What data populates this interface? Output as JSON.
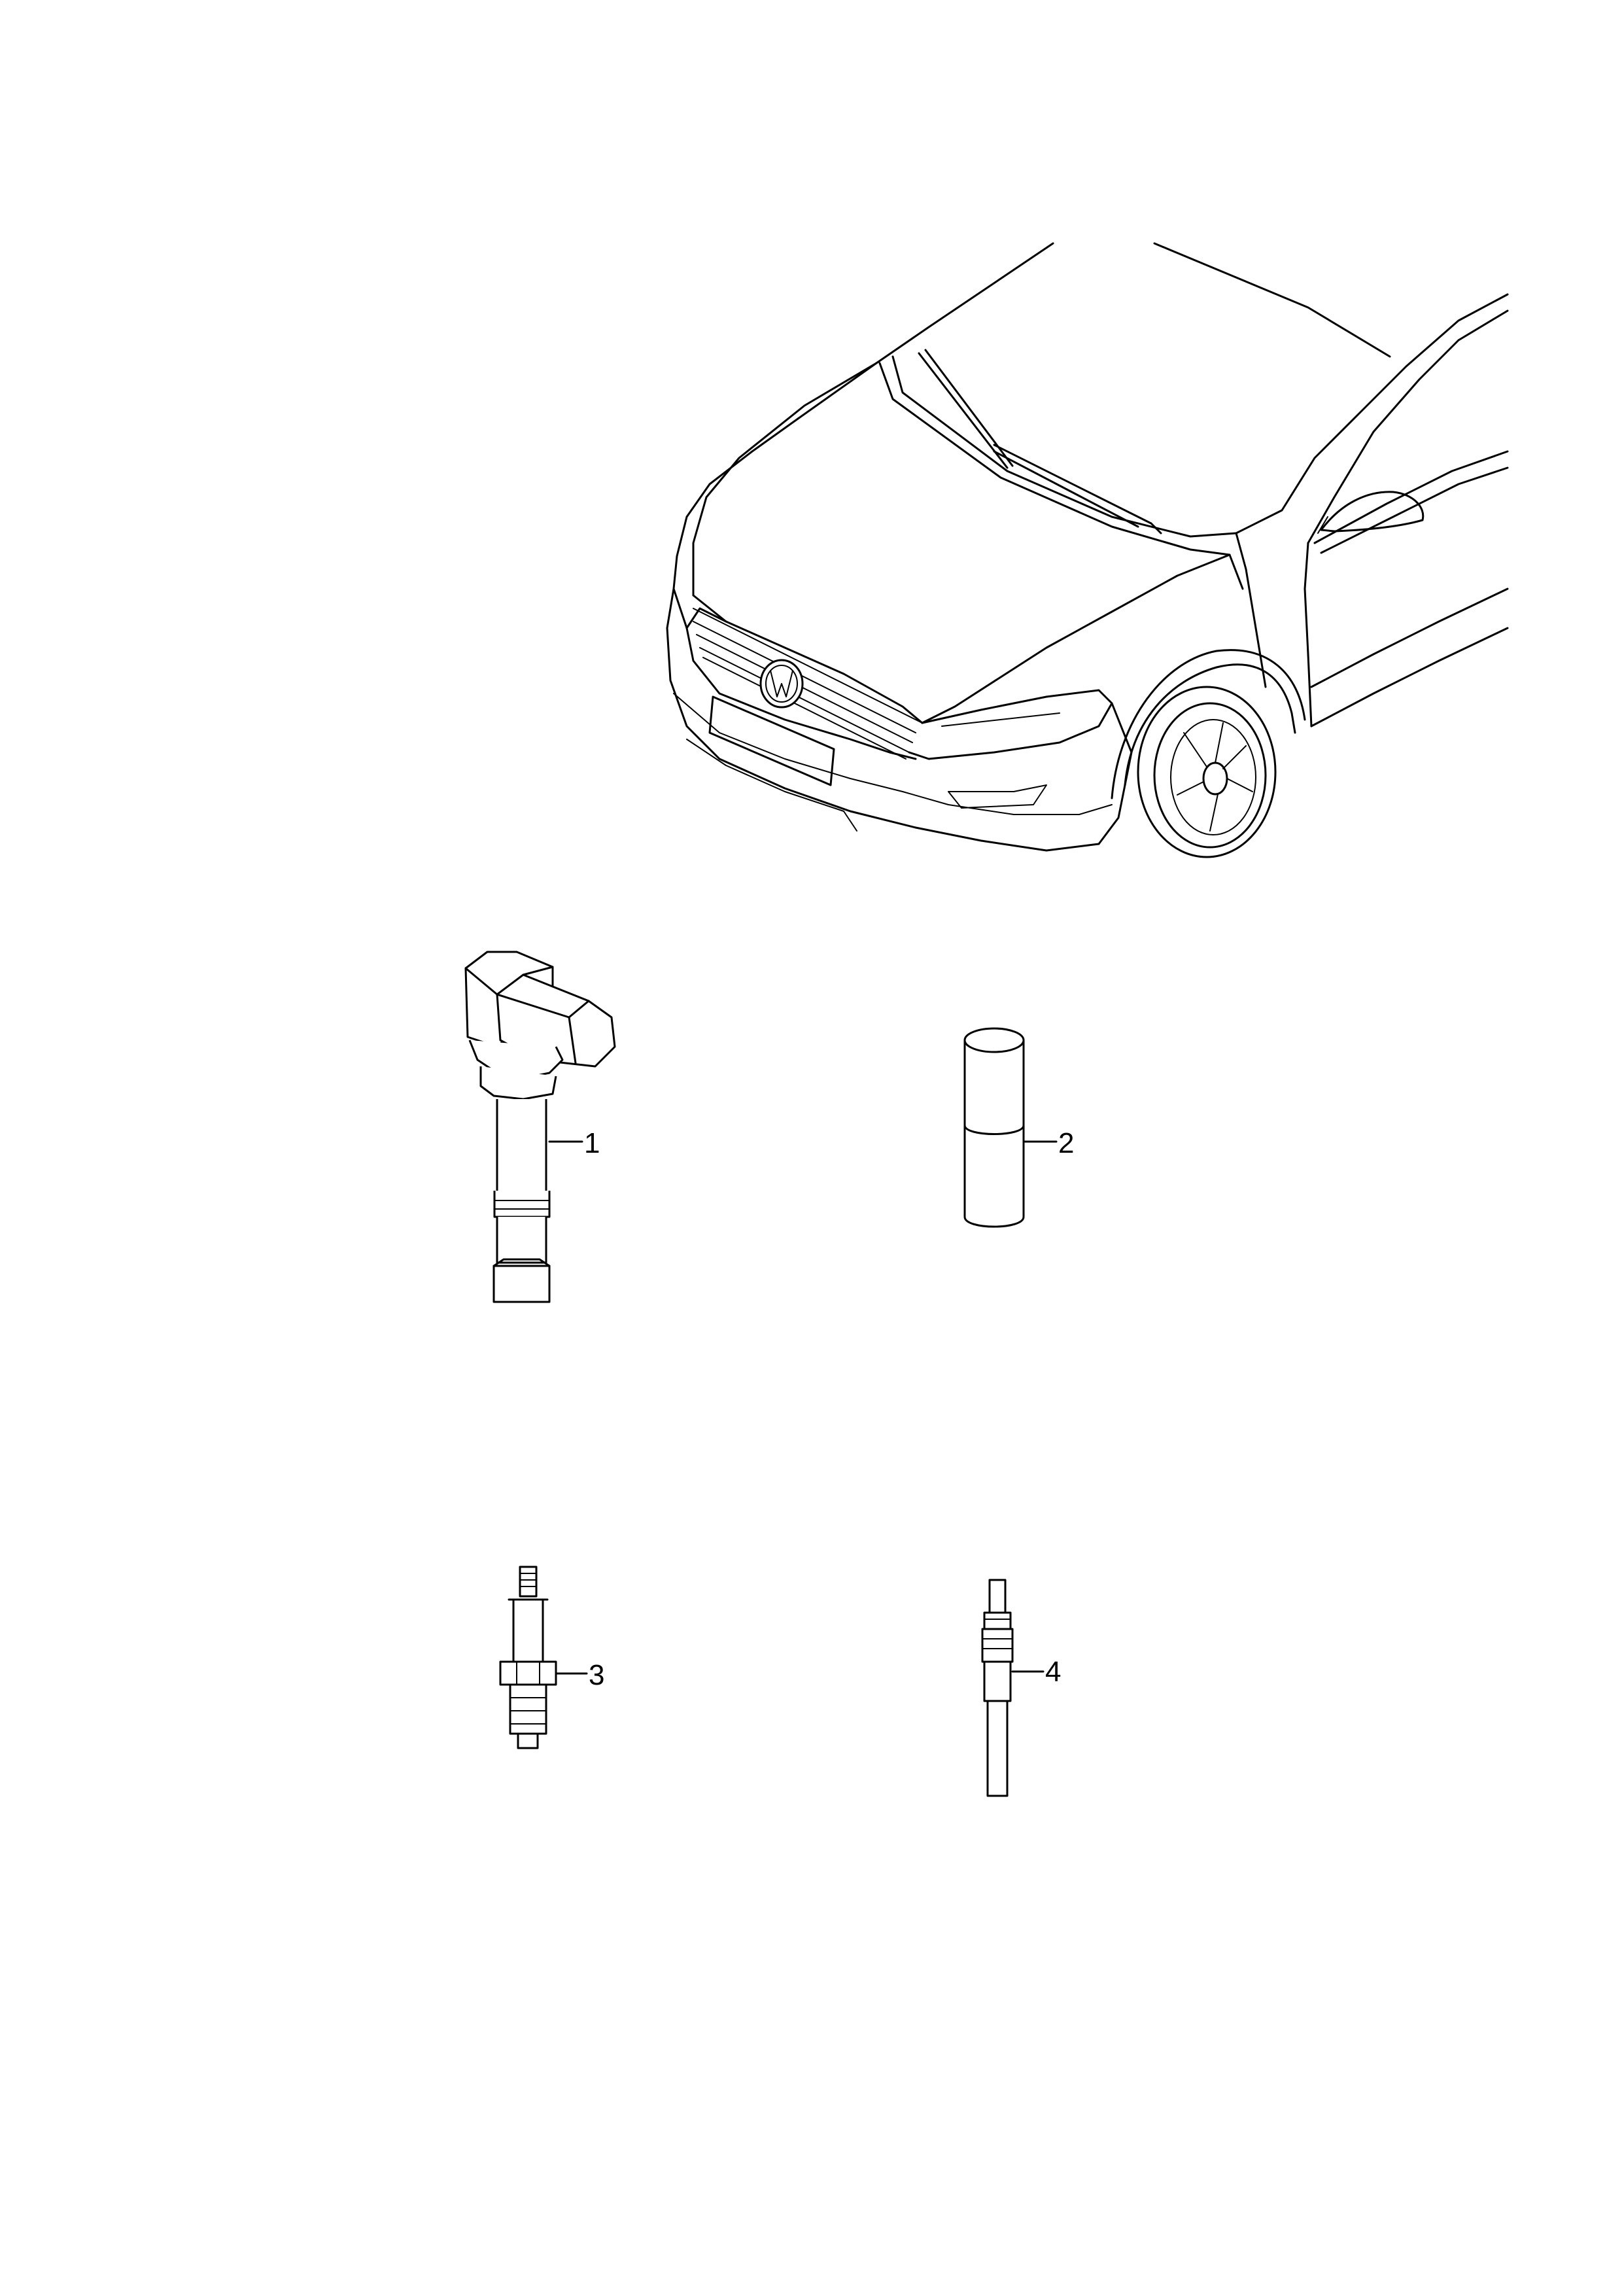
{
  "diagram": {
    "vehicle_view": "vehicle-front-three-quarter",
    "parts": [
      {
        "callout": "1",
        "icon": "ignition-coil-icon"
      },
      {
        "callout": "2",
        "icon": "cylindrical-sleeve-icon"
      },
      {
        "callout": "3",
        "icon": "spark-plug-icon"
      },
      {
        "callout": "4",
        "icon": "glow-plug-icon"
      }
    ]
  }
}
